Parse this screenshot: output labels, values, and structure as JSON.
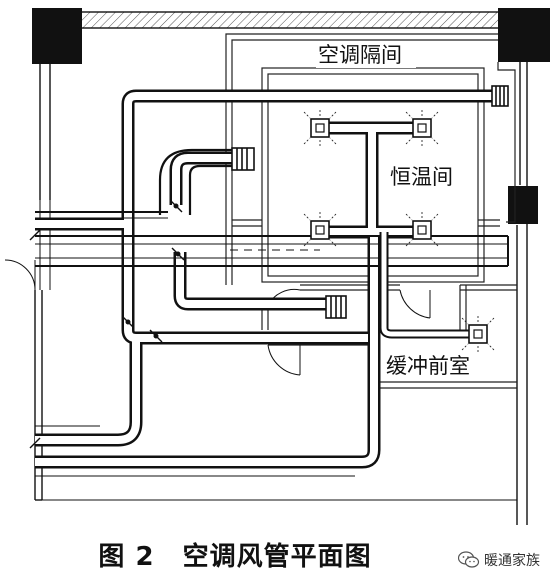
{
  "figure": {
    "caption_number": "图 2",
    "caption_title": "空调风管平面图"
  },
  "rooms": {
    "partition": "空调隔间",
    "constant_temp": "恒温间",
    "buffer": "缓冲前室"
  },
  "watermark": {
    "text": "暖通家族",
    "icon": "wechat-icon"
  }
}
